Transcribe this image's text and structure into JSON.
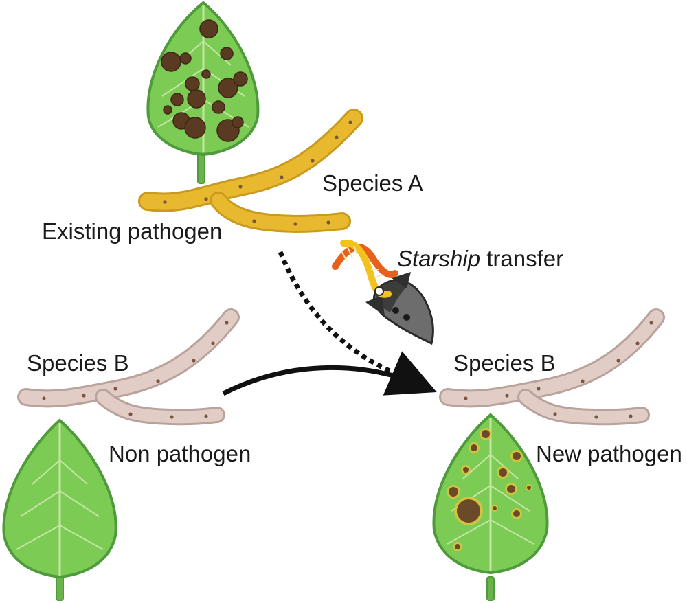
{
  "labels": {
    "species_a": "Species A",
    "existing_pathogen": "Existing pathogen",
    "starship_word": "Starship",
    "transfer_word": " transfer",
    "species_b_left": "Species B",
    "non_pathogen": "Non pathogen",
    "species_b_right": "Species B",
    "new_pathogen": "New pathogen"
  },
  "colors": {
    "leaf_fill": "#7ccb55",
    "leaf_edge": "#4f9a3a",
    "leaf_vein": "#c6e6a4",
    "lesion_dark": "#5b3a22",
    "lesion_halo": "#e0c23a",
    "hypha_a": "#e8b92e",
    "hypha_a_edge": "#c99a1e",
    "hypha_b": "#e2cdc6",
    "hypha_b_edge": "#b9a29b",
    "septum_dot": "#7a5540",
    "arrow": "#111111",
    "dna_orange": "#e8611c",
    "dna_yellow": "#f3c21b",
    "rocket_grey": "#6d6d6d"
  },
  "icons": [
    "infected-leaf-icon",
    "hypha-species-a-icon",
    "starship-dna-rocket-icon",
    "hypha-species-b-icon",
    "healthy-leaf-icon",
    "new-infected-leaf-icon"
  ]
}
